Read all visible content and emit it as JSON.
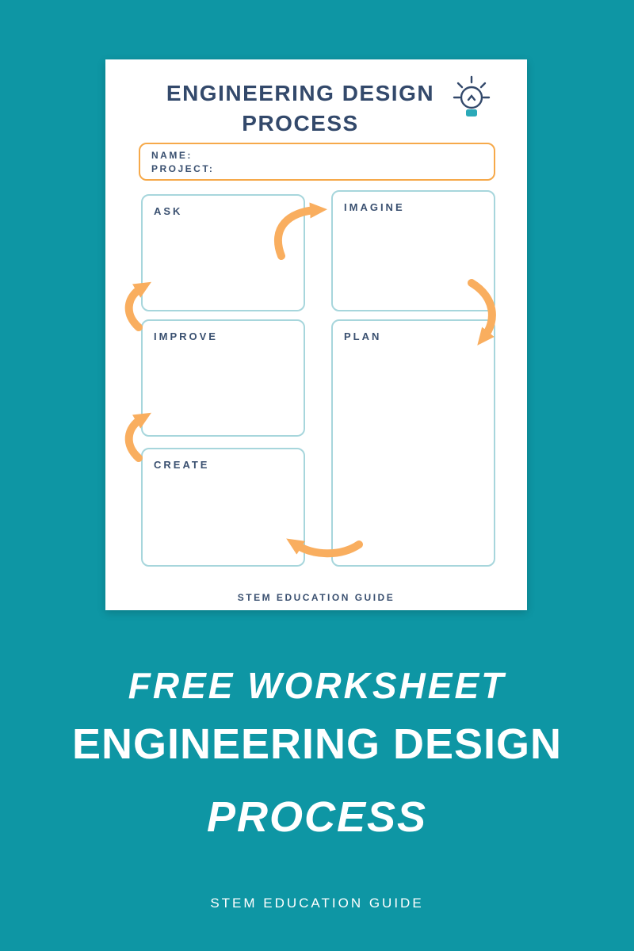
{
  "colors": {
    "background": "#0E96A4",
    "navy": "#33496B",
    "orange_arrow": "#F9AE5F",
    "name_box_border": "#F6A94A",
    "box_border": "#A7D6DC",
    "bulb_base_teal": "#2BA9B8"
  },
  "worksheet": {
    "title_line1": "ENGINEERING DESIGN",
    "title_line2": "PROCESS",
    "name_label": "NAME:",
    "project_label": "PROJECT:",
    "boxes": [
      {
        "label": "ASK"
      },
      {
        "label": "IMAGINE"
      },
      {
        "label": "IMPROVE"
      },
      {
        "label": "PLAN"
      },
      {
        "label": "CREATE"
      }
    ],
    "footer": "STEM EDUCATION GUIDE"
  },
  "promo": {
    "kicker": "FREE WORKSHEET",
    "title_line1": "ENGINEERING DESIGN",
    "title_line2": "PROCESS",
    "footer": "STEM EDUCATION GUIDE"
  }
}
